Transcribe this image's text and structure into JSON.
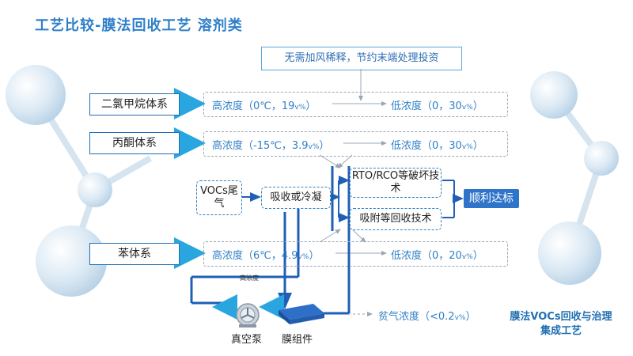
{
  "title": "工艺比较-膜法回收工艺 溶剂类",
  "top_note": "无需加风稀释，节约末端处理投资",
  "systems": [
    {
      "name": "二氯甲烷体系",
      "high": "高浓度（0℃，19",
      "high_unit": "v%",
      "high_end": "）",
      "low": "低浓度（0，30",
      "low_unit": "v%",
      "low_end": "）"
    },
    {
      "name": "丙酮体系",
      "high": "高浓度（-15℃，3.9",
      "high_unit": "v%",
      "high_end": "）",
      "low": "低浓度（0，30",
      "low_unit": "v%",
      "low_end": "）"
    },
    {
      "name": "苯体系",
      "high": "高浓度（6℃，4.9",
      "high_unit": "v%",
      "high_end": "）",
      "low": "低浓度（0，20",
      "low_unit": "v%",
      "low_end": "）"
    }
  ],
  "process": {
    "vocs": "VOCs尾气",
    "absorb": "吸收或冷凝",
    "rto": "RTO/RCO等破坏技术",
    "adsorb": "吸附等回收技术",
    "result": "顺利达标"
  },
  "bottom": {
    "high_conc": "高浓度",
    "pump": "真空泵",
    "membrane": "膜组件",
    "lean": "贫气浓度（<0.2",
    "lean_unit": "v%",
    "lean_end": "）"
  },
  "footer_title": "膜法VOCs回收与治理集成工艺",
  "colors": {
    "accent": "#2E7FC8",
    "arrow": "#29A6E0",
    "result_bg": "#2E74C9",
    "line": "#1F5FB5"
  }
}
